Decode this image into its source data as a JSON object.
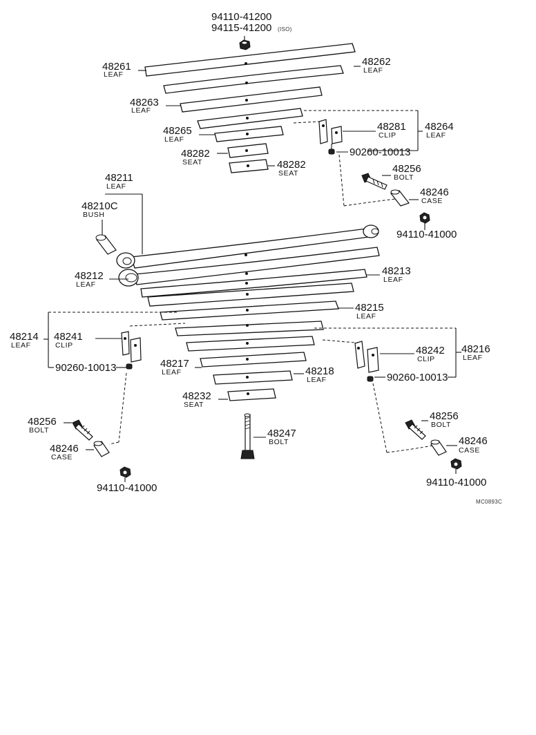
{
  "top_nut": {
    "part_no": "94110-41200",
    "part_no_iso": "94115-41200",
    "iso_tag": "(ISO)"
  },
  "upper_pack": {
    "leaf_48261": {
      "part_no": "48261",
      "name": "LEAF"
    },
    "leaf_48262": {
      "part_no": "48262",
      "name": "LEAF"
    },
    "leaf_48263": {
      "part_no": "48263",
      "name": "LEAF"
    },
    "leaf_48264": {
      "part_no": "48264",
      "name": "LEAF"
    },
    "leaf_48265": {
      "part_no": "48265",
      "name": "LEAF"
    },
    "seat_48282_left": {
      "part_no": "48282",
      "name": "SEAT"
    },
    "seat_48282_right": {
      "part_no": "48282",
      "name": "SEAT"
    },
    "clip_48281": {
      "part_no": "48281",
      "name": "CLIP"
    },
    "rivet": {
      "part_no": "90260-10013"
    },
    "bolt_48256": {
      "part_no": "48256",
      "name": "BOLT"
    },
    "case_48246": {
      "part_no": "48246",
      "name": "CASE"
    },
    "nut": {
      "part_no": "94110-41000"
    }
  },
  "main_pack": {
    "leaf_48211": {
      "part_no": "48211",
      "name": "LEAF"
    },
    "bush_48210c": {
      "part_no": "48210C",
      "name": "BUSH"
    },
    "leaf_48212": {
      "part_no": "48212",
      "name": "LEAF"
    },
    "leaf_48213": {
      "part_no": "48213",
      "name": "LEAF"
    },
    "leaf_48215": {
      "part_no": "48215",
      "name": "LEAF"
    },
    "leaf_48214": {
      "part_no": "48214",
      "name": "LEAF"
    },
    "clip_48241": {
      "part_no": "48241",
      "name": "CLIP"
    },
    "rivet_left": {
      "part_no": "90260-10013"
    },
    "leaf_48216": {
      "part_no": "48216",
      "name": "LEAF"
    },
    "clip_48242": {
      "part_no": "48242",
      "name": "CLIP"
    },
    "rivet_right": {
      "part_no": "90260-10013"
    },
    "leaf_48217": {
      "part_no": "48217",
      "name": "LEAF"
    },
    "leaf_48218": {
      "part_no": "48218",
      "name": "LEAF"
    },
    "seat_48232": {
      "part_no": "48232",
      "name": "SEAT"
    },
    "center_bolt_48247": {
      "part_no": "48247",
      "name": "BOLT"
    },
    "bolt_left": {
      "part_no": "48256",
      "name": "BOLT"
    },
    "case_left": {
      "part_no": "48246",
      "name": "CASE"
    },
    "nut_left": {
      "part_no": "94110-41000"
    },
    "bolt_right": {
      "part_no": "48256",
      "name": "BOLT"
    },
    "case_right": {
      "part_no": "48246",
      "name": "CASE"
    },
    "nut_right": {
      "part_no": "94110-41000"
    }
  },
  "figure_code": "MC0893C"
}
